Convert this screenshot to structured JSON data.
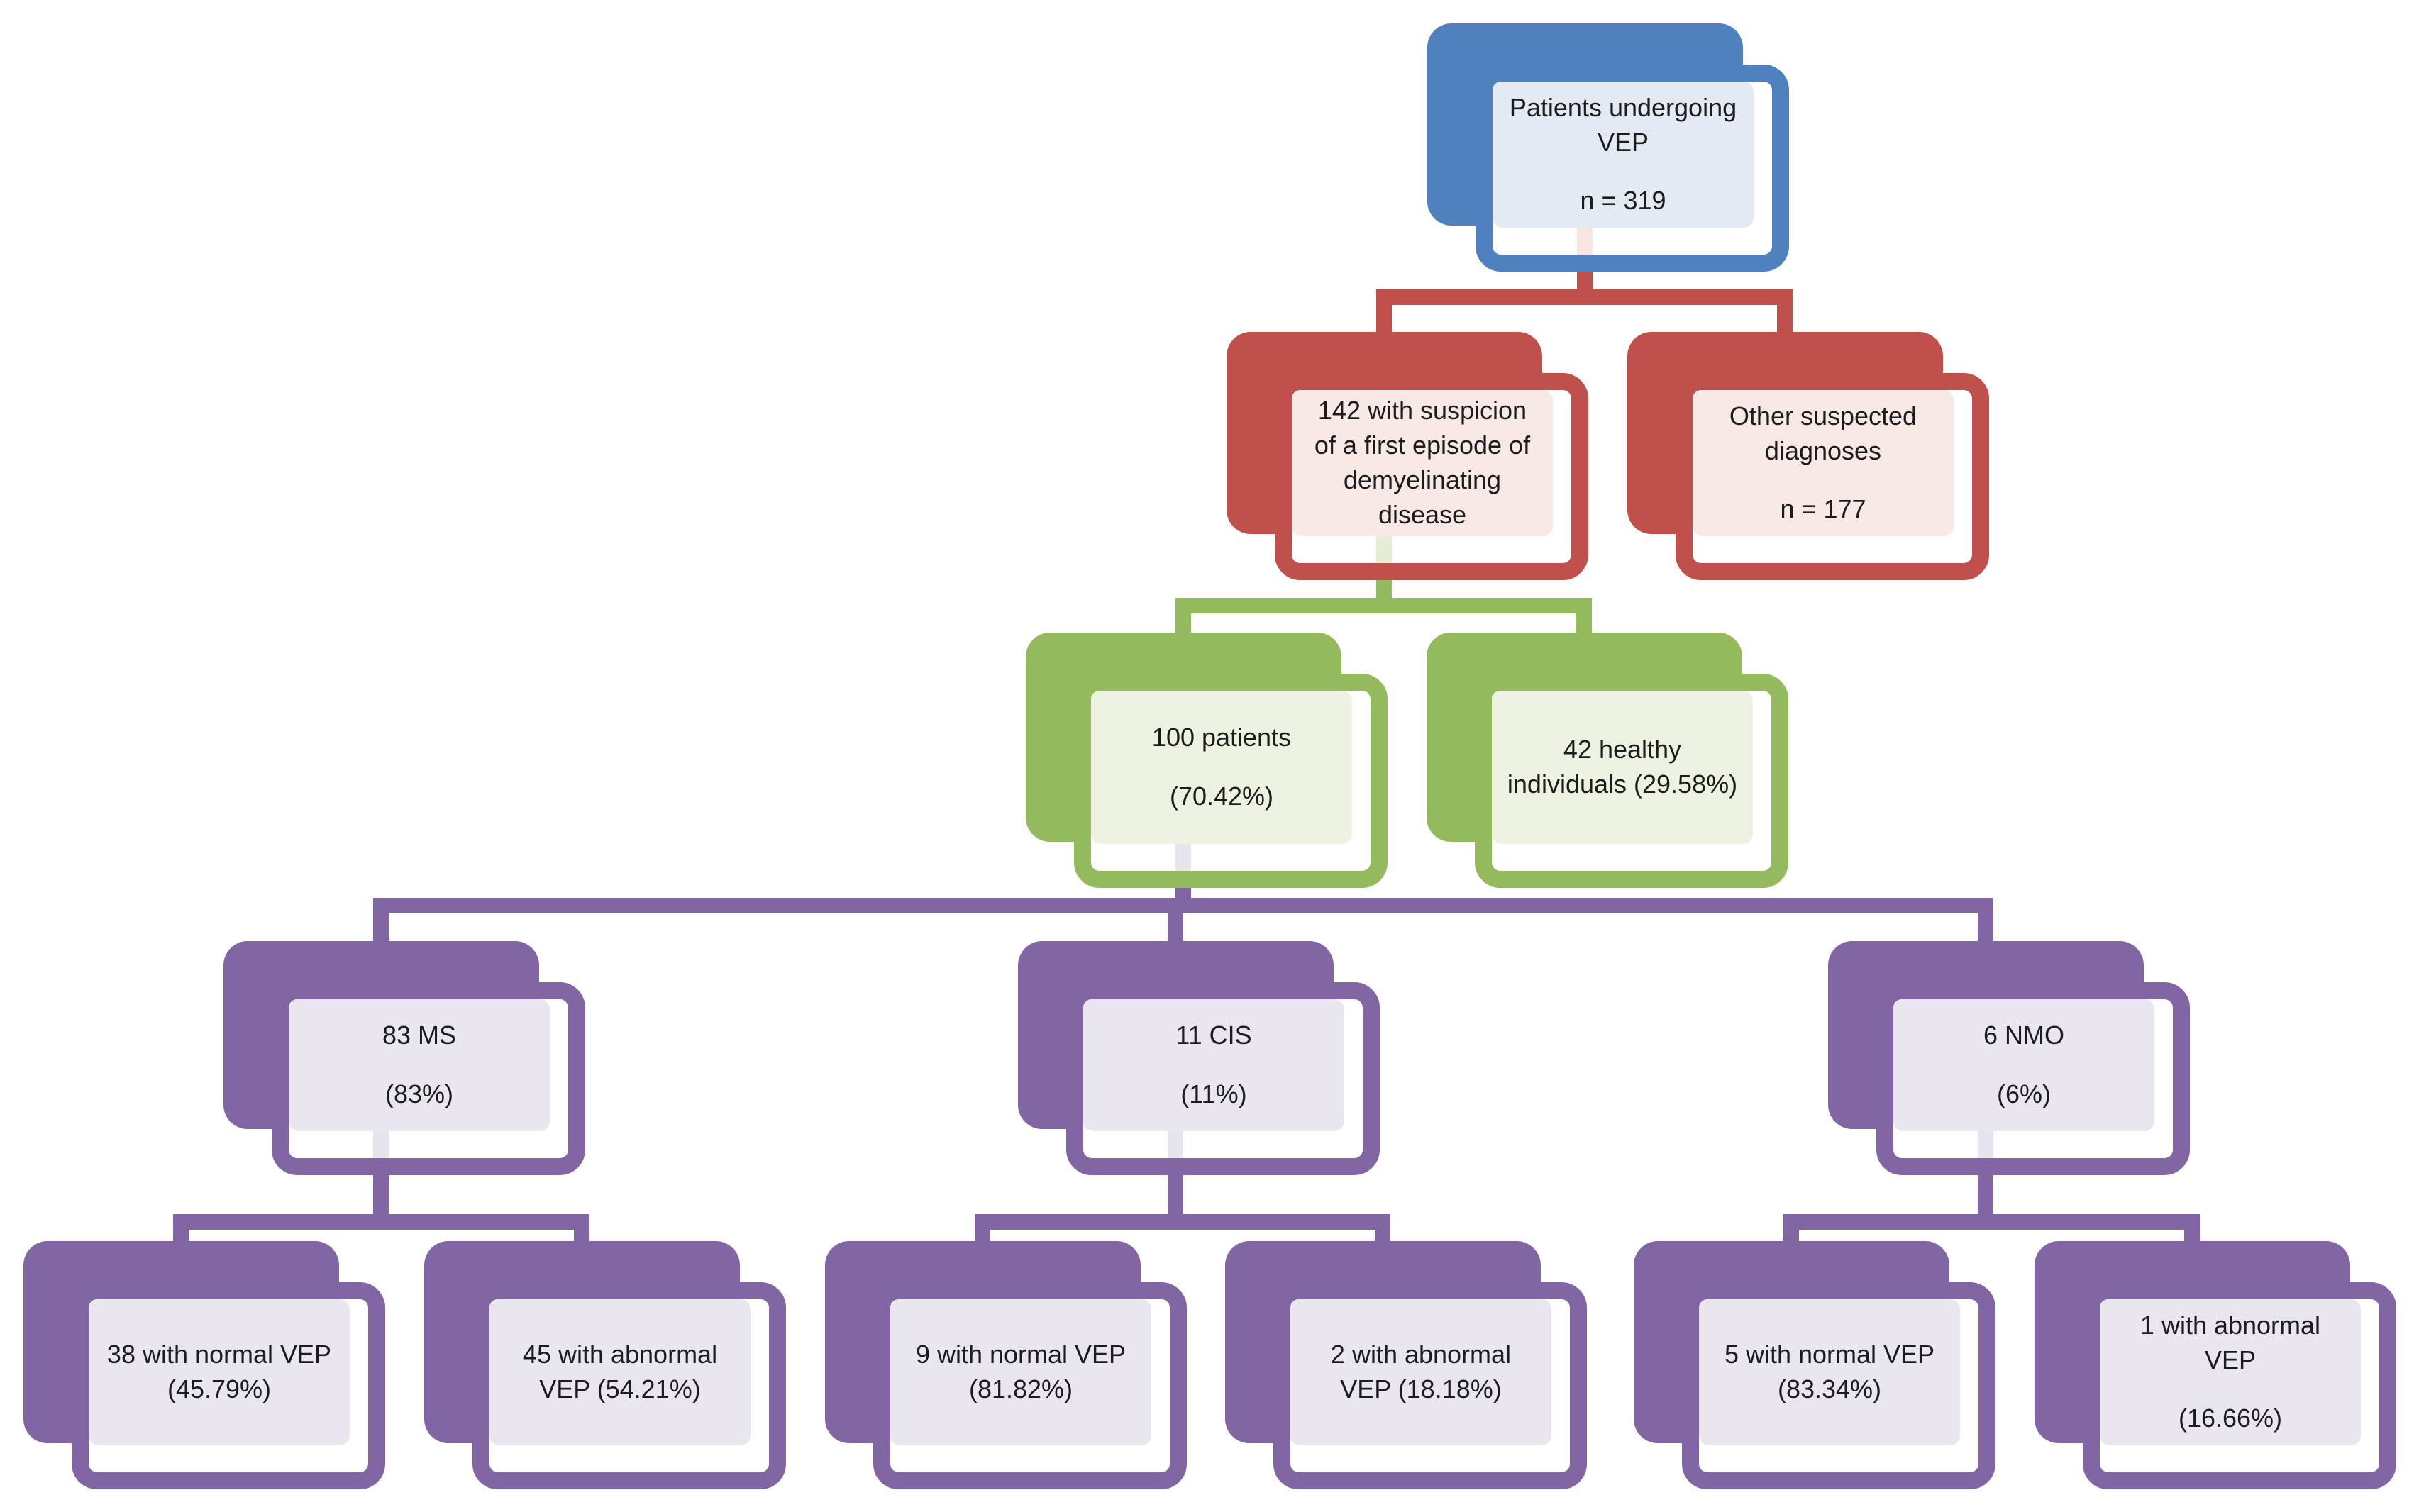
{
  "colors": {
    "background": "#FFFFFF",
    "text": "#1C1C1C",
    "blue": "#4E81BD",
    "blue-tint": "#E3EAF4",
    "red": "#BF504C",
    "red-tint": "#F8E9E7",
    "red-stub": "#F9E5E1",
    "green": "#94BA5E",
    "green-tint": "#EEF3E1",
    "green-stub": "#E5EED3",
    "purple": "#8266A4",
    "purple-tint": "#E9E6F0",
    "purple-stub": "#E7E4EF"
  },
  "nodes": [
    {
      "id": "patients-undergoing-vep",
      "p1": [
        "Patients undergoing",
        "VEP"
      ],
      "p2": [
        "n = 319"
      ]
    },
    {
      "id": "suspicion-first-episode",
      "p1": [
        "142 with suspicion",
        "of a first episode of",
        "demyelinating",
        "disease"
      ]
    },
    {
      "id": "other-suspected-diagnoses",
      "p1": [
        "Other suspected",
        "diagnoses"
      ],
      "p2": [
        "n = 177"
      ]
    },
    {
      "id": "patients-100",
      "p1": [
        "100 patients"
      ],
      "p2": [
        "(70.42%)"
      ]
    },
    {
      "id": "healthy-individuals-42",
      "p1": [
        "42 healthy",
        "individuals (29.58%)"
      ]
    },
    {
      "id": "ms-83",
      "p1": [
        "83 MS"
      ],
      "p2": [
        "(83%)"
      ]
    },
    {
      "id": "cis-11",
      "p1": [
        "11 CIS"
      ],
      "p2": [
        "(11%)"
      ]
    },
    {
      "id": "nmo-6",
      "p1": [
        "6 NMO"
      ],
      "p2": [
        "(6%)"
      ]
    },
    {
      "id": "normal-vep-38",
      "p1": [
        "38 with normal VEP",
        "(45.79%)"
      ]
    },
    {
      "id": "abnormal-vep-45",
      "p1": [
        "45 with abnormal",
        "VEP (54.21%)"
      ]
    },
    {
      "id": "normal-vep-9",
      "p1": [
        "9 with normal VEP",
        "(81.82%)"
      ]
    },
    {
      "id": "abnormal-vep-2",
      "p1": [
        "2 with abnormal",
        "VEP (18.18%)"
      ]
    },
    {
      "id": "normal-vep-5",
      "p1": [
        "5 with normal VEP",
        "(83.34%)"
      ]
    },
    {
      "id": "abnormal-vep-1",
      "p1": [
        "1 with abnormal",
        "VEP"
      ],
      "p2": [
        "(16.66%)"
      ]
    }
  ],
  "edges": [
    [
      "patients-undergoing-vep",
      "suspicion-first-episode"
    ],
    [
      "patients-undergoing-vep",
      "other-suspected-diagnoses"
    ],
    [
      "suspicion-first-episode",
      "patients-100"
    ],
    [
      "suspicion-first-episode",
      "healthy-individuals-42"
    ],
    [
      "patients-100",
      "ms-83"
    ],
    [
      "patients-100",
      "cis-11"
    ],
    [
      "patients-100",
      "nmo-6"
    ],
    [
      "ms-83",
      "normal-vep-38"
    ],
    [
      "ms-83",
      "abnormal-vep-45"
    ],
    [
      "cis-11",
      "normal-vep-9"
    ],
    [
      "cis-11",
      "abnormal-vep-2"
    ],
    [
      "nmo-6",
      "normal-vep-5"
    ],
    [
      "nmo-6",
      "abnormal-vep-1"
    ]
  ]
}
